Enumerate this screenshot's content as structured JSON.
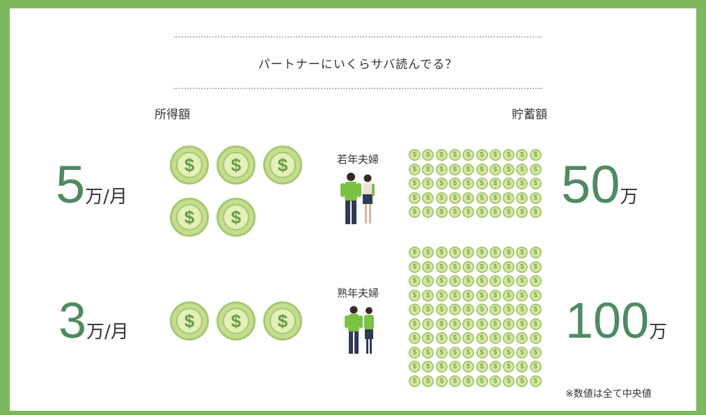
{
  "title": "パートナーにいくらサバ読んでる？",
  "columns": {
    "income": "所得額",
    "savings": "貯蓄額"
  },
  "coin_symbol": "$",
  "rows": [
    {
      "couple": "若年夫婦",
      "income_value": "5",
      "income_unit": "万/月",
      "income_coins": 5,
      "savings_value": "50",
      "savings_unit": "万",
      "savings_coins": 50
    },
    {
      "couple": "熟年夫婦",
      "income_value": "3",
      "income_unit": "万/月",
      "income_coins": 3,
      "savings_value": "100",
      "savings_unit": "万",
      "savings_coins": 100
    }
  ],
  "footnote": "※数値は全て中央値",
  "colors": {
    "frame": "#7db85f",
    "number": "#4e8a62",
    "coin": "#c5dd8f",
    "person_shirt": "#7bc143",
    "person_pants": "#2f3a55"
  }
}
